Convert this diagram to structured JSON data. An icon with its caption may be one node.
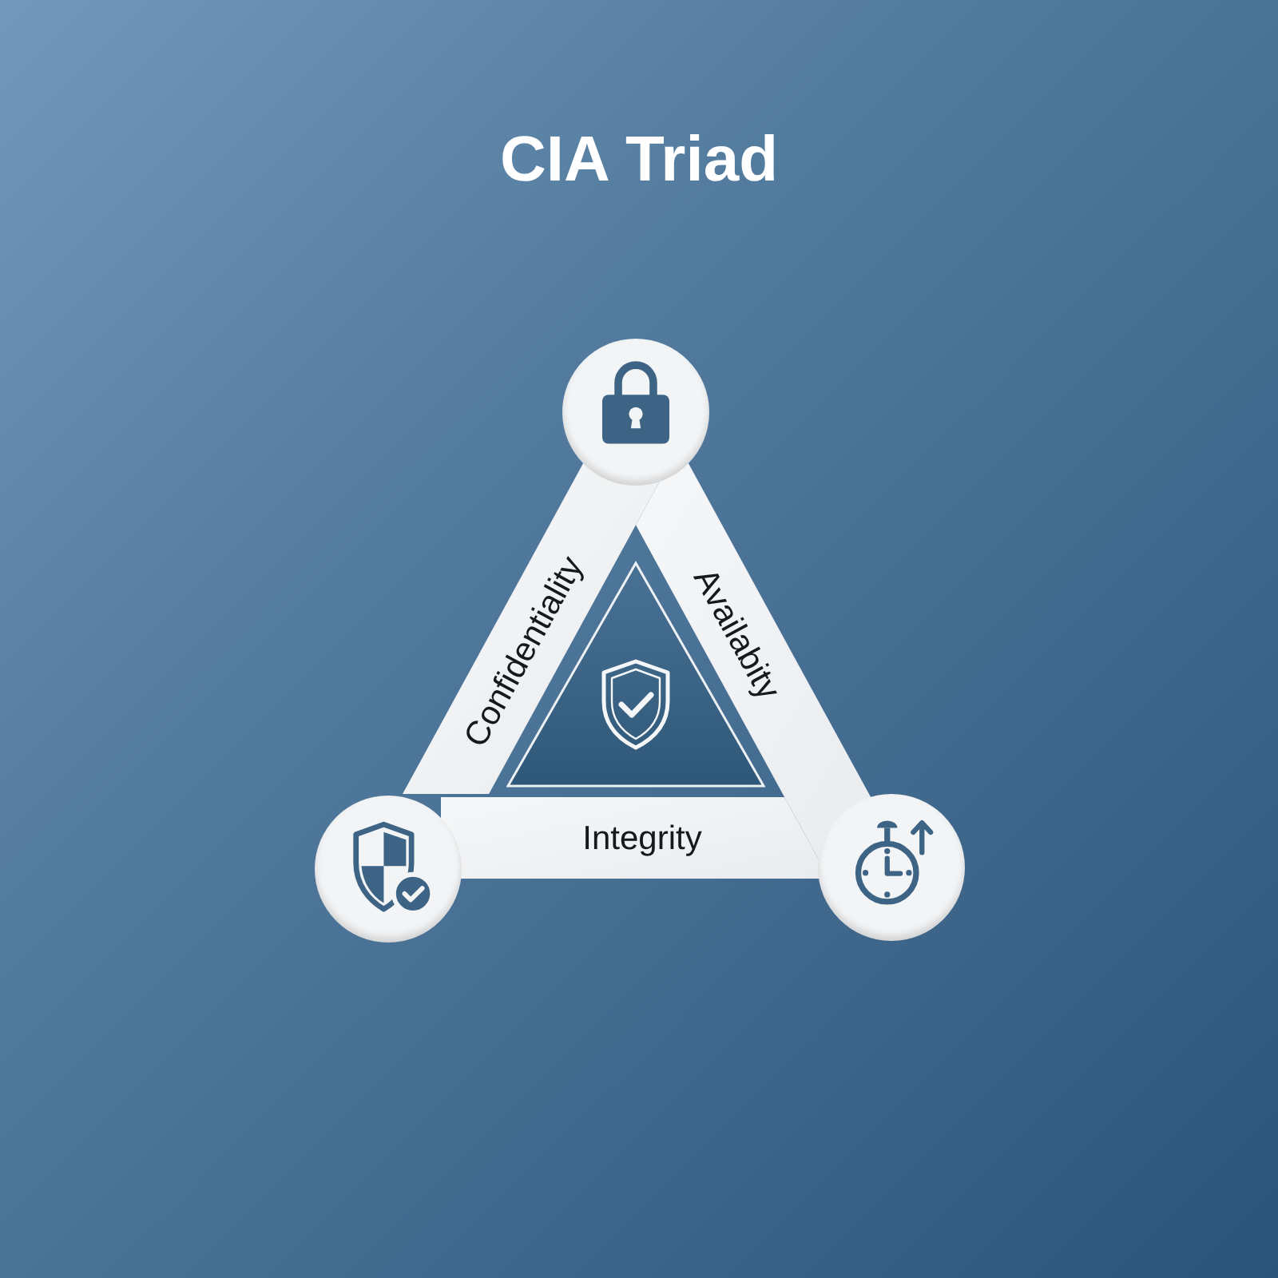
{
  "diagram": {
    "title": "CIA Triad",
    "nodes": [
      {
        "text": [],
        "shape": "circle"
      },
      {
        "text": [
          "Confidentiality"
        ]
      },
      {
        "text": [
          "Availabity"
        ]
      },
      {
        "text": [
          "Integrity"
        ]
      },
      {
        "text": [],
        "shape": "circle"
      },
      {
        "text": [],
        "shape": "circle"
      }
    ]
  }
}
